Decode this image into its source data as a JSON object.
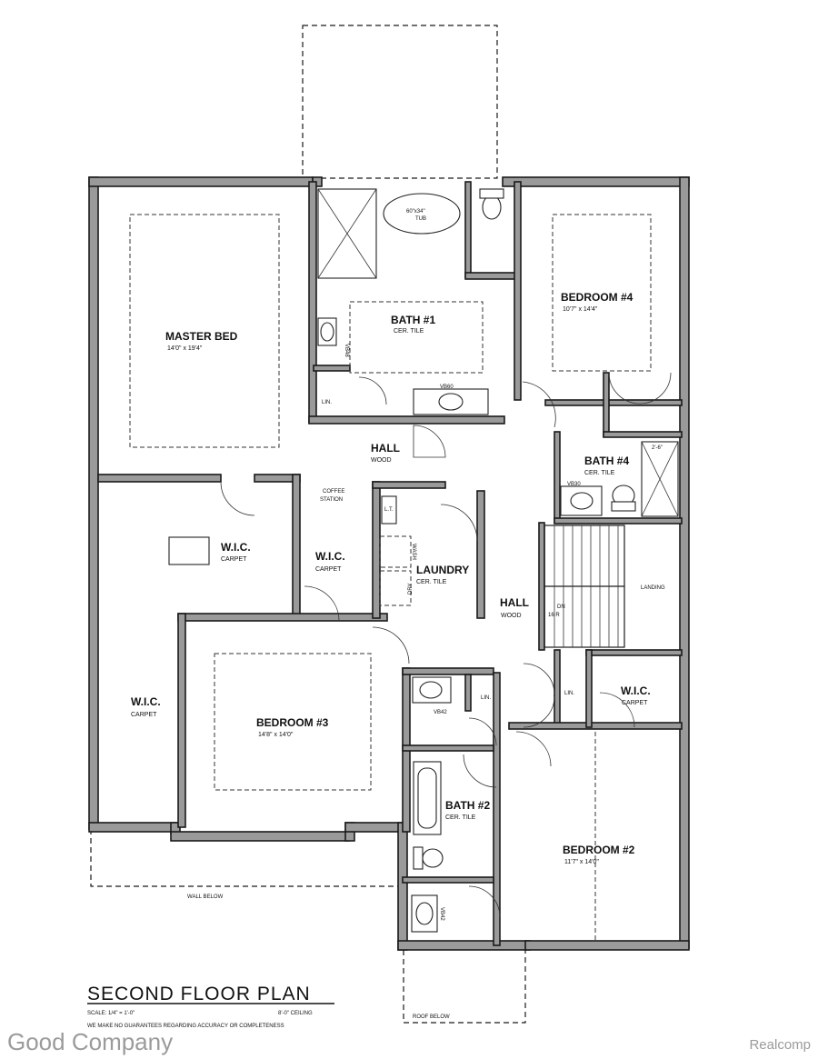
{
  "plan": {
    "title": "SECOND FLOOR PLAN",
    "scale": "SCALE: 1/4\" = 1'-0\"",
    "ceiling": "8'-0\" CEILING",
    "disclaimer": "WE MAKE NO GUARANTEES REGARDING ACCURACY OR COMPLETENESS",
    "wall_below": "WALL BELOW",
    "roof_below": "ROOF BELOW"
  },
  "rooms": {
    "master_bed": {
      "name": "MASTER BED",
      "dims": "14'0\" x 19'4\""
    },
    "bath1": {
      "name": "BATH #1",
      "finish": "CER. TILE"
    },
    "tub": {
      "size": "60\"x34\"",
      "label": "TUB"
    },
    "vb48": "VB48",
    "vb60": "VB60",
    "lin_master": "LIN.",
    "bedroom4": {
      "name": "BEDROOM #4",
      "dims": "10'7\" x 14'4\""
    },
    "hall_upper": {
      "name": "HALL",
      "finish": "WOOD"
    },
    "coffee": {
      "line1": "COFFEE",
      "line2": "STATION"
    },
    "bath4": {
      "name": "BATH #4",
      "finish": "CER. TILE",
      "shower": "2'-6\"",
      "vanity": "VB30"
    },
    "wic_master": {
      "name": "W.I.C.",
      "finish": "CARPET"
    },
    "wic_mid": {
      "name": "W.I.C.",
      "finish": "CARPET"
    },
    "laundry": {
      "name": "LAUNDRY",
      "finish": "CER. TILE",
      "lt": "L.T.",
      "wash": "WASH",
      "dry": "DRY"
    },
    "hall_lower": {
      "name": "HALL",
      "finish": "WOOD"
    },
    "stairs": {
      "dn": "DN",
      "risers": "16 R"
    },
    "landing": "LANDING",
    "wic_left": {
      "name": "W.I.C.",
      "finish": "CARPET"
    },
    "bedroom3": {
      "name": "BEDROOM #3",
      "dims": "14'8\" x 14'0\""
    },
    "vb42_upper": "VB42",
    "lin_mid": "LIN.",
    "lin_right": "LIN.",
    "wic_right": {
      "name": "W.I.C.",
      "finish": "CARPET"
    },
    "bath2": {
      "name": "BATH #2",
      "finish": "CER. TILE"
    },
    "vb42_lower": "VB42",
    "bedroom2": {
      "name": "BEDROOM #2",
      "dims": "11'7\" x 14'0\""
    }
  },
  "watermarks": {
    "left": "Good Company",
    "right": "Realcomp"
  }
}
